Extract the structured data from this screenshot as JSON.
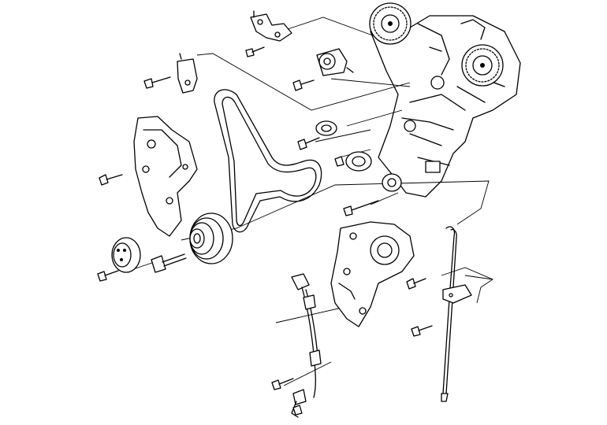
{
  "figure": {
    "description_visible_text": "",
    "parts": [
      "camshaft-sprocket-upper",
      "camshaft-sprocket-lower",
      "engine-block",
      "timing-belt",
      "belt-tensioner",
      "idler-pulley",
      "crankshaft-sprocket",
      "upper-timing-cover",
      "lower-timing-cover",
      "crankshaft-pulley",
      "water-pump-pulley",
      "crankshaft-position-sensor",
      "oil-dipstick",
      "bolts",
      "brackets"
    ]
  }
}
